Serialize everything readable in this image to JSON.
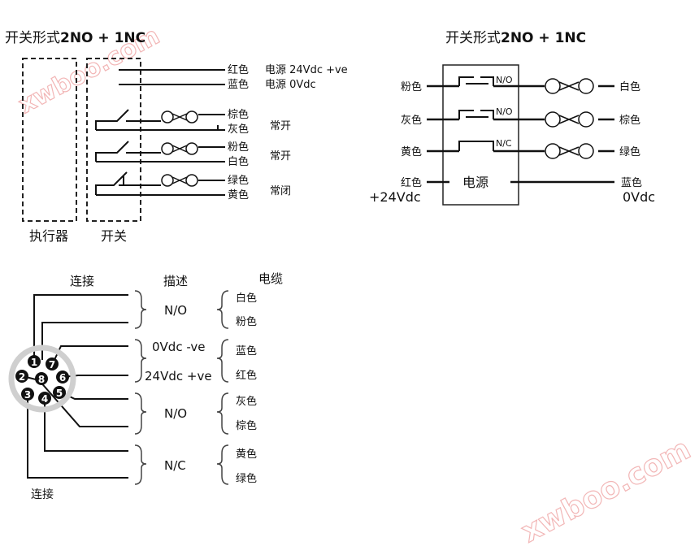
{
  "watermark": "xwboo.com",
  "top_left": {
    "title_prefix": "开关形式",
    "title_bold": "2NO + 1NC",
    "actuator_label": "执行器",
    "switch_label": "开关",
    "rows": [
      {
        "color1": "红色",
        "color2": "蓝色",
        "desc1": "电源 24Vdc +ve",
        "desc2": "电源 0Vdc"
      },
      {
        "color1": "棕色",
        "color2": "灰色",
        "desc": "常开"
      },
      {
        "color1": "粉色",
        "color2": "白色",
        "desc": "常开"
      },
      {
        "color1": "绿色",
        "color2": "黄色",
        "desc": "常闭"
      }
    ]
  },
  "top_right": {
    "title_prefix": "开关形式",
    "title_bold": "2NO + 1NC",
    "contacts": [
      {
        "left": "粉色",
        "type": "N/O",
        "right": "白色"
      },
      {
        "left": "灰色",
        "type": "N/O",
        "right": "棕色"
      },
      {
        "left": "黄色",
        "type": "N/C",
        "right": "绿色"
      }
    ],
    "power_left": "红色",
    "power_label": "电源",
    "power_right": "蓝色",
    "voltage_left": "+24Vdc",
    "voltage_right": "0Vdc"
  },
  "connector": {
    "col_connect": "连接",
    "col_desc": "描述",
    "col_cable": "电缆",
    "bottom_label": "连接",
    "pins": [
      "1",
      "2",
      "3",
      "4",
      "5",
      "6",
      "7",
      "8"
    ],
    "groups": [
      {
        "desc": "N/O",
        "cable1": "白色",
        "cable2": "粉色"
      },
      {
        "desc1": "0Vdc -ve",
        "desc2": "24Vdc +ve",
        "cable1": "蓝色",
        "cable2": "红色"
      },
      {
        "desc": "N/O",
        "cable1": "灰色",
        "cable2": "棕色"
      },
      {
        "desc": "N/C",
        "cable1": "黄色",
        "cable2": "绿色"
      }
    ]
  }
}
